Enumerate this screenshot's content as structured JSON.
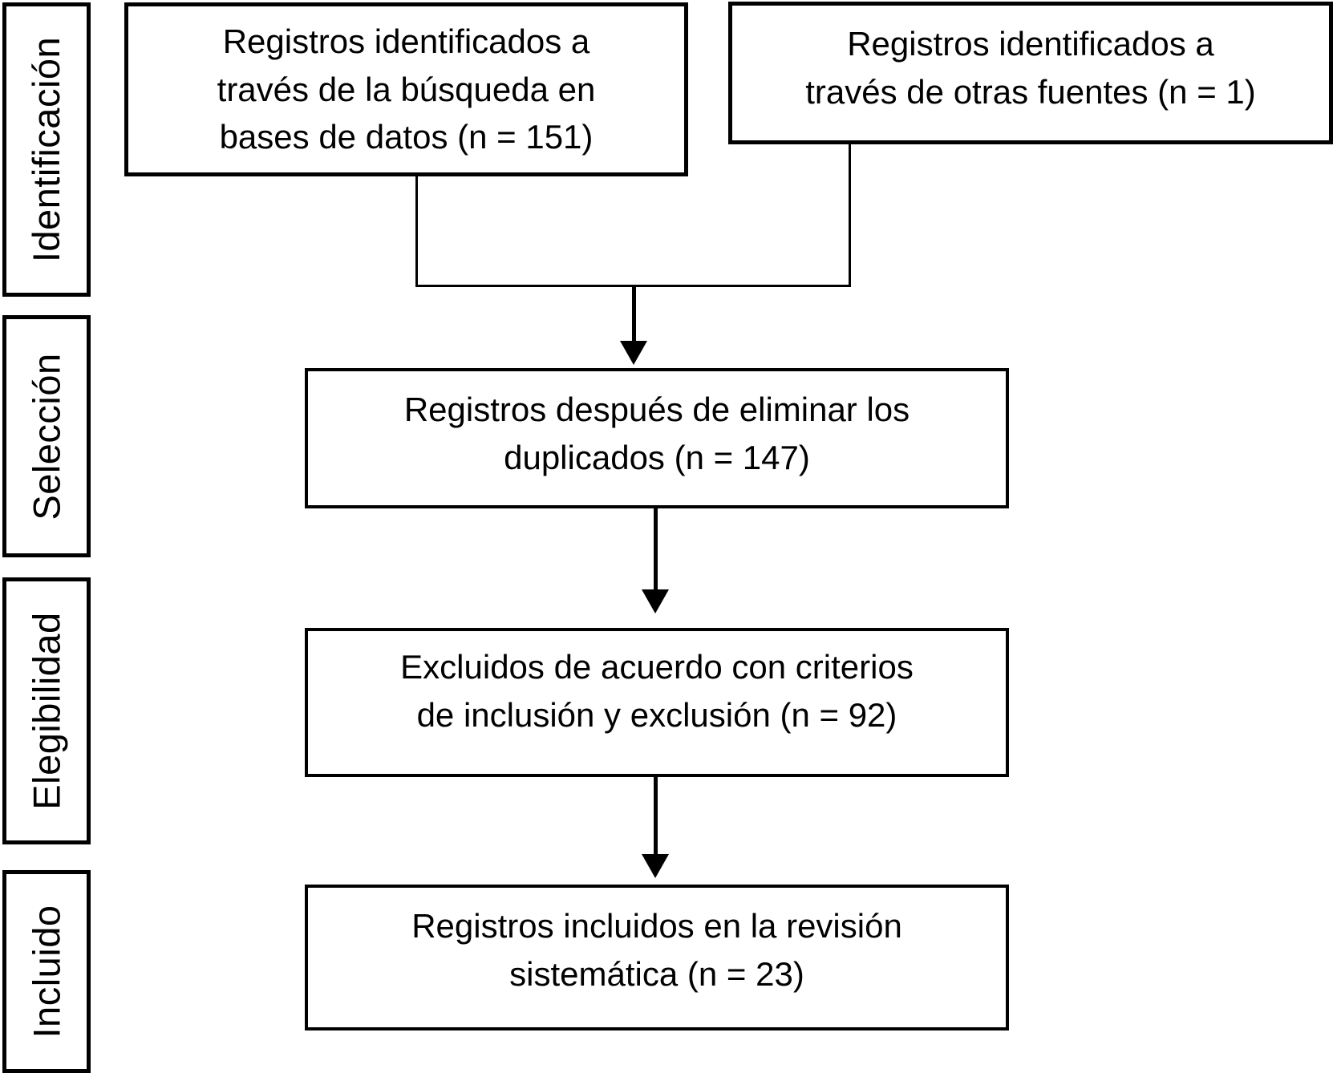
{
  "diagram": {
    "type": "prisma-flow",
    "language": "es",
    "colors": {
      "line": "#000000",
      "text": "#000000",
      "background": "#ffffff"
    },
    "stages": [
      {
        "label": "Identificación"
      },
      {
        "label": "Selección"
      },
      {
        "label": "Elegibilidad"
      },
      {
        "label": "Incluido"
      }
    ],
    "nodes": [
      {
        "id": "identified-databases",
        "text": "Registros identificados a través de la búsqueda en bases de datos (n = 151)",
        "n": 151,
        "lines": [
          "Registros identificados a",
          "través de la búsqueda en",
          "bases de datos (n = 151)"
        ]
      },
      {
        "id": "identified-other-sources",
        "text": "Registros identificados a través de otras fuentes (n = 1)",
        "n": 1,
        "lines": [
          "Registros identificados a",
          "través de otras fuentes (n = 1)"
        ]
      },
      {
        "id": "after-duplicates-removed",
        "text": "Registros después de eliminar los duplicados (n = 147)",
        "n": 147,
        "lines": [
          "Registros después de eliminar los",
          "duplicados (n = 147)"
        ]
      },
      {
        "id": "excluded-by-criteria",
        "text": "Excluidos de acuerdo con criterios de inclusión y exclusión (n = 92)",
        "n": 92,
        "lines": [
          "Excluidos de acuerdo con criterios",
          "de inclusión y exclusión (n = 92)"
        ]
      },
      {
        "id": "included-systematic-review",
        "text": "Registros incluidos en la revisión sistemática (n = 23)",
        "n": 23,
        "lines": [
          "Registros incluidos en la revisión",
          "sistemática (n = 23)"
        ]
      }
    ]
  }
}
